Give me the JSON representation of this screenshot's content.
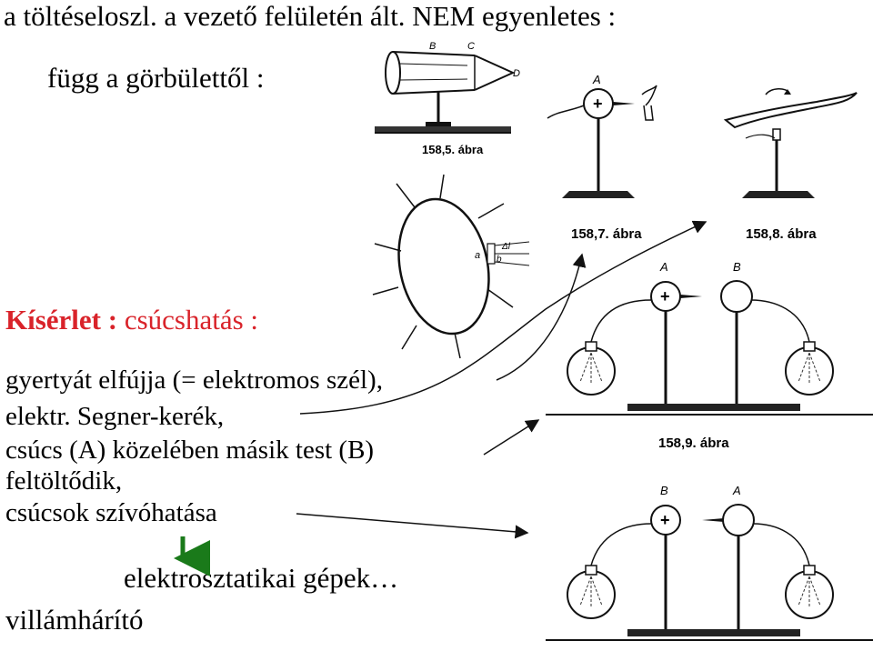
{
  "slide": {
    "title": "a töltéseloszl. a vezető felületén ált. NEM egyenletes :",
    "curvature": "függ a görbülettől :",
    "experiment_label": "Kísérlet :",
    "experiment_text": " csúcshatás :",
    "items": [
      "gyertyát elfújja (= elektromos szél),",
      "elektr. Segner-kerék,",
      "csúcs (A) közelében másik test (B)",
      "feltöltődik,",
      "csúcsok szívóhatása"
    ],
    "machines": "elektrosztatikai gépek…",
    "lightning_rod": "villámhárító"
  },
  "figures": {
    "fig_158_5": {
      "caption": "158,5. ábra",
      "label_b": "B",
      "label_c": "C",
      "label_d": "D"
    },
    "fig_drop": {
      "label_a": "a",
      "label_b": "b",
      "label_delta": "Δl"
    },
    "fig_158_7": {
      "caption": "158,7. ábra",
      "label_a": "A",
      "sign": "+"
    },
    "fig_158_8": {
      "caption": "158,8. ábra"
    },
    "fig_158_9": {
      "caption": "158,9. ábra",
      "label_a": "A",
      "label_b": "B",
      "sign": "+"
    },
    "fig_bottom": {
      "label_b": "B",
      "label_a": "A",
      "sign": "+"
    }
  },
  "colors": {
    "experiment": "#d9232a",
    "arrow": "#1a7a1a"
  }
}
